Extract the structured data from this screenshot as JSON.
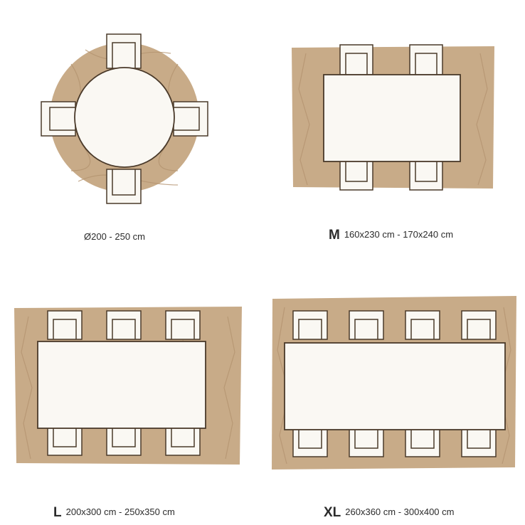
{
  "colors": {
    "rug": "#c8ab88",
    "rug_pattern": "#b49470",
    "furniture_fill": "#faf8f3",
    "furniture_stroke": "#4a3a2a"
  },
  "variants": {
    "round": {
      "size_letter": "",
      "dims": "Ø200 - 250 cm"
    },
    "m": {
      "size_letter": "M",
      "dims": "160x230 cm - 170x240 cm"
    },
    "l": {
      "size_letter": "L",
      "dims": "200x300 cm - 250x350 cm"
    },
    "xl": {
      "size_letter": "XL",
      "dims": "260x360 cm - 300x400 cm"
    }
  }
}
